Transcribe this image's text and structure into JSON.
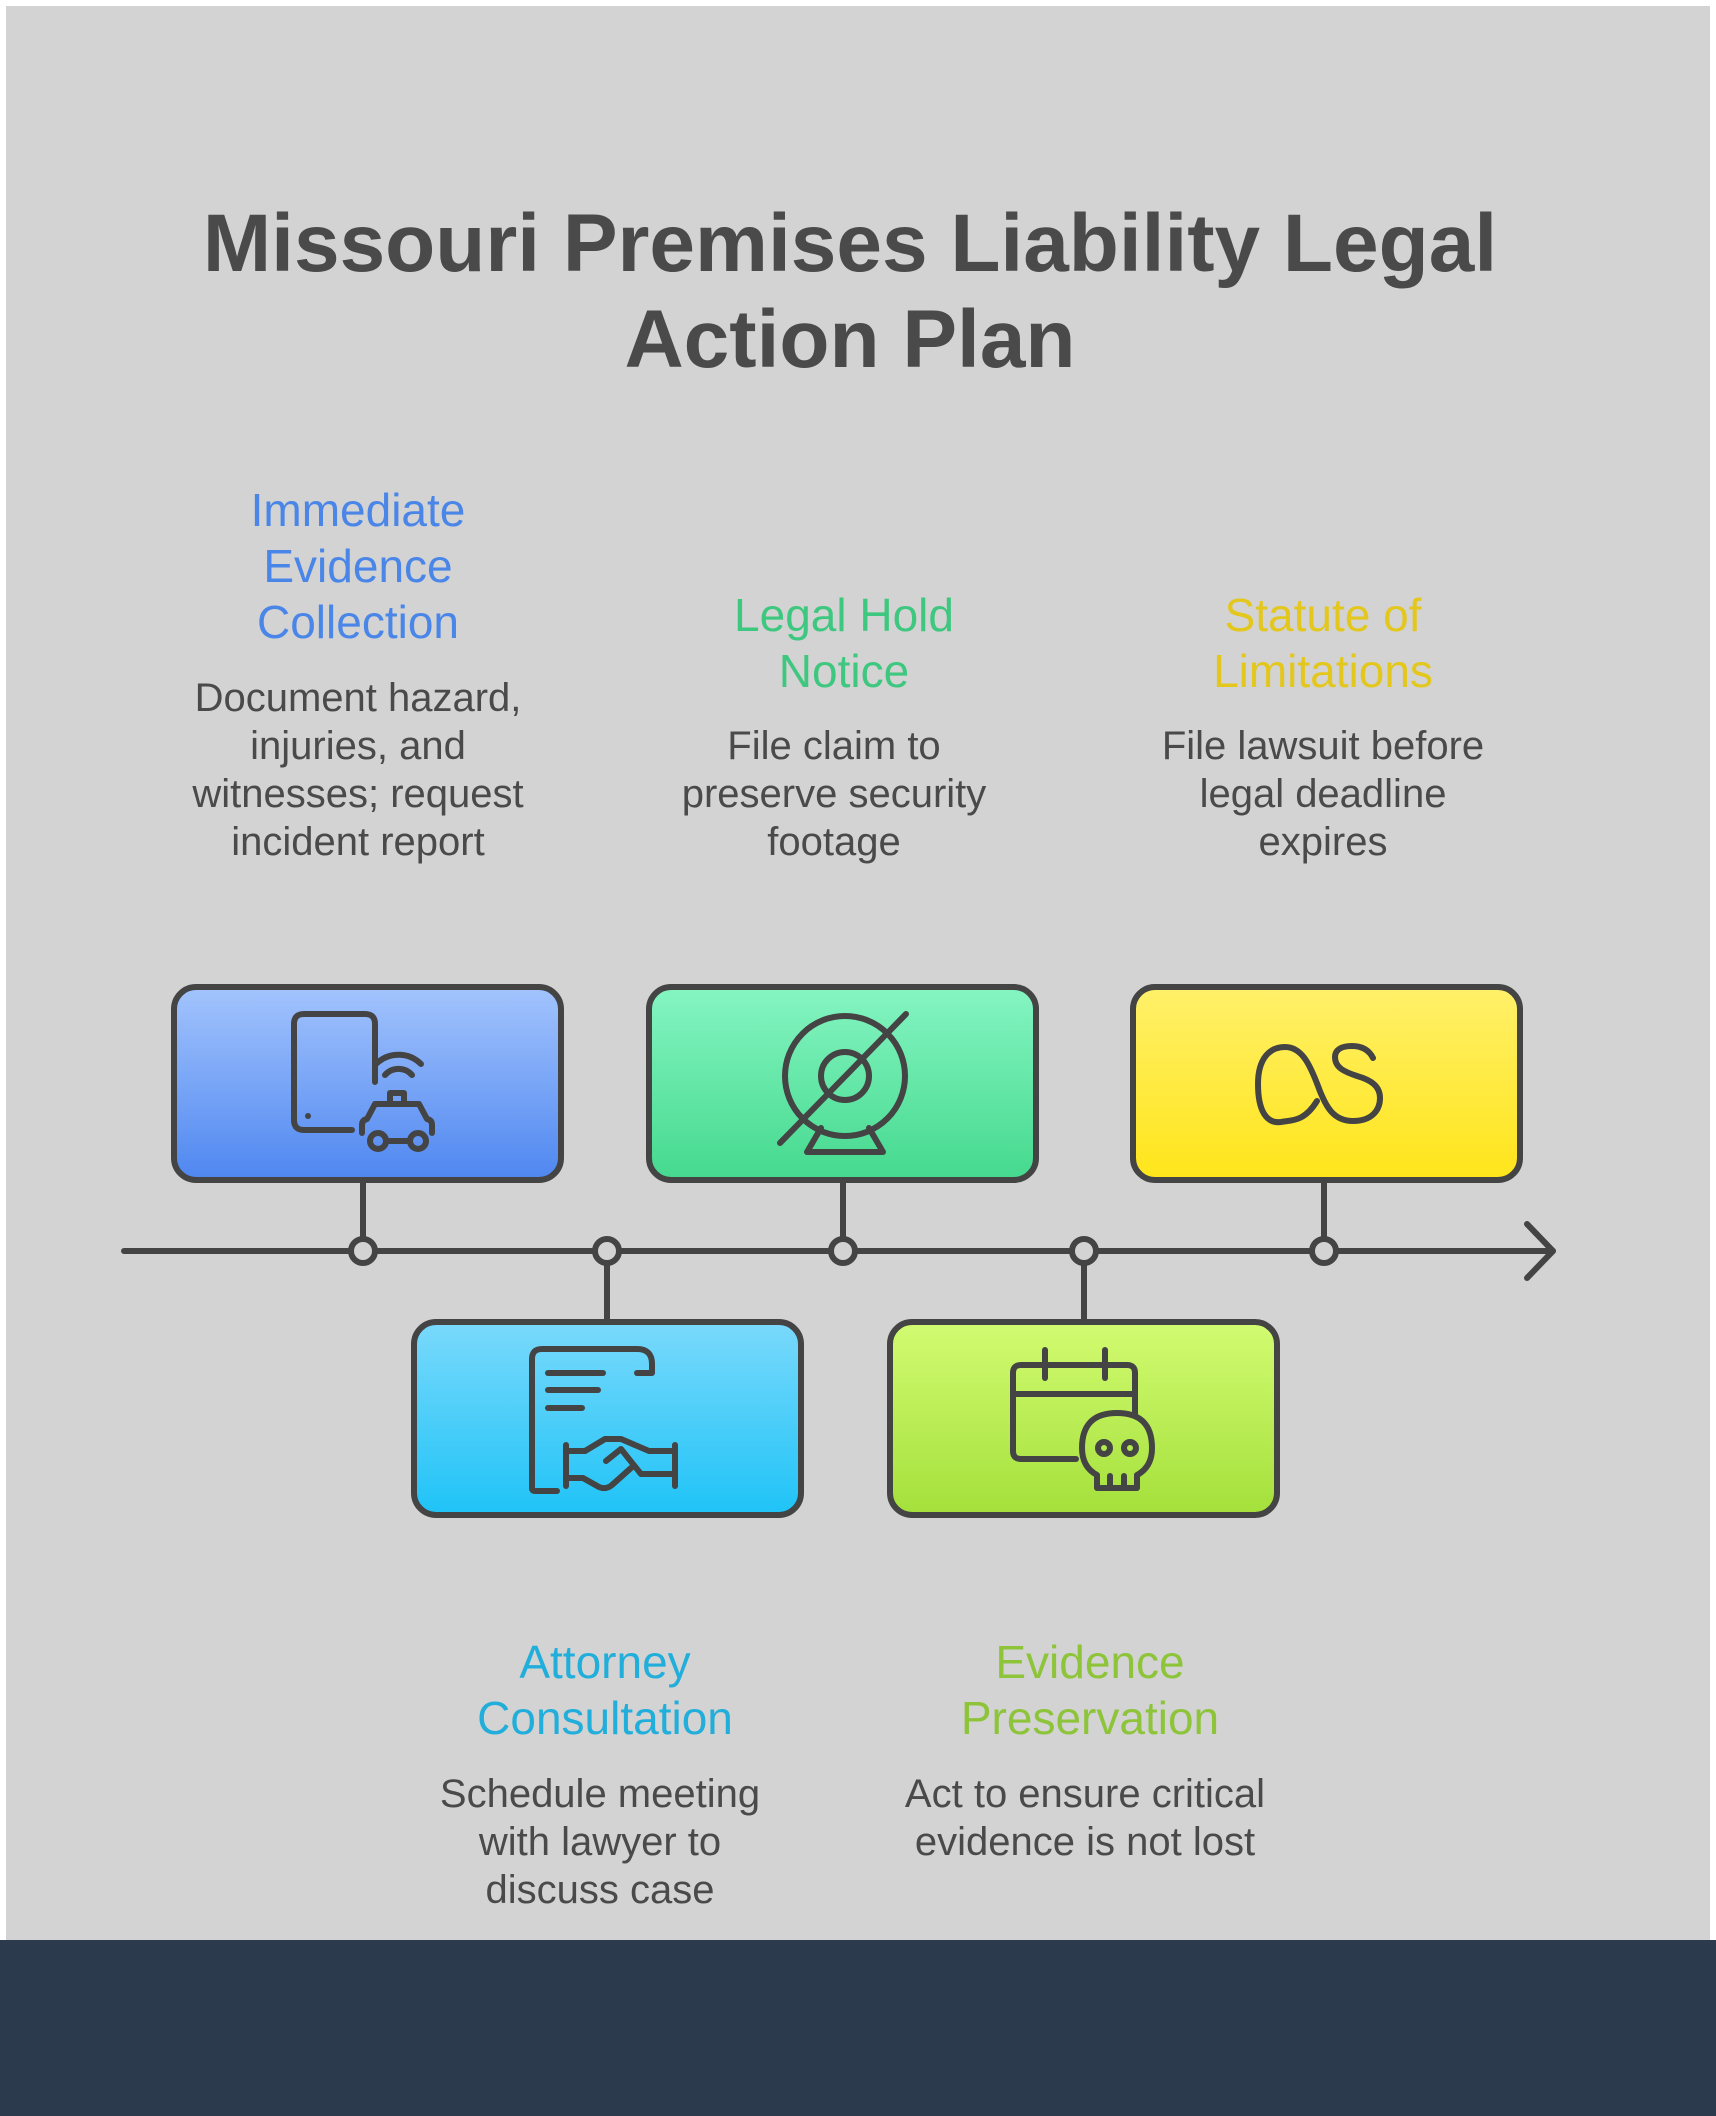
{
  "title": "Missouri Premises Liability Legal Action Plan",
  "steps": [
    {
      "title": "Immediate Evidence Collection",
      "description": "Document hazard, injuries, and witnesses; request incident report",
      "color": "#4a86e8",
      "icon": "phone-car-wifi-icon"
    },
    {
      "title": "Attorney Consultation",
      "description": "Schedule meeting with lawyer to discuss case",
      "color": "#21aedb",
      "icon": "contract-handshake-icon"
    },
    {
      "title": "Legal Hold Notice",
      "description": "File claim to preserve security footage",
      "color": "#3ec77e",
      "icon": "webcam-off-icon"
    },
    {
      "title": "Evidence Preservation",
      "description": "Act to ensure critical evidence is not lost",
      "color": "#8dc43a",
      "icon": "calendar-skull-icon"
    },
    {
      "title": "Statute of Limitations",
      "description": "File lawsuit before legal deadline expires",
      "color": "#e3c71d",
      "icon": "lastfm-icon"
    }
  ],
  "colors": {
    "background": "#d3d3d3",
    "footer": "#2b3a4d",
    "text": "#4a4a4a",
    "stroke": "#444444"
  }
}
